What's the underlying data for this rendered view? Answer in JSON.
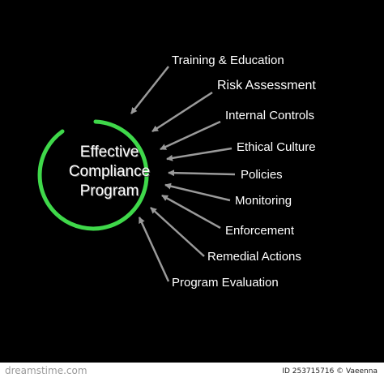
{
  "center": {
    "lines": [
      "Effective",
      "Compliance",
      "Program"
    ]
  },
  "items": [
    "Training & Education",
    "Risk Assessment",
    "Internal Controls",
    "Ethical Culture",
    "Policies",
    "Monitoring",
    "Enforcement",
    "Remedial Actions",
    "Program Evaluation"
  ],
  "colors": {
    "background": "#000000",
    "ring": "#3fd84a",
    "arrow": "#9a9a9a",
    "text": "#ffffff"
  },
  "footer": {
    "id_text": "ID 253715716 © Vaeenna",
    "brand": "dreamstime.com"
  }
}
